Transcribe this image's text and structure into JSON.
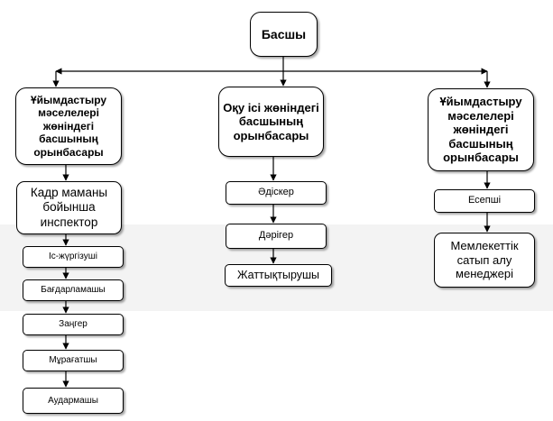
{
  "head": "Басшы",
  "departments": [
    "Ұйымдастыру мәселелері жөніндегі басшының орынбасары",
    "Оқу ісі жөніндегі басшының орынбасары",
    "Ұйымдастыру мәселелері жөніндегі басшының орынбасары"
  ],
  "col1": [
    "Кадр маманы бойынша инспектор",
    "Іс-жүргізуші",
    "Бағдарламашы",
    "Заңгер",
    "Мұрағатшы",
    "Аудармашы"
  ],
  "col2": [
    "Әдіскер",
    "Дәрігер",
    "Жаттықтырушы"
  ],
  "col3": [
    "Есепші",
    "Мемлекеттік сатып алу менеджері"
  ]
}
